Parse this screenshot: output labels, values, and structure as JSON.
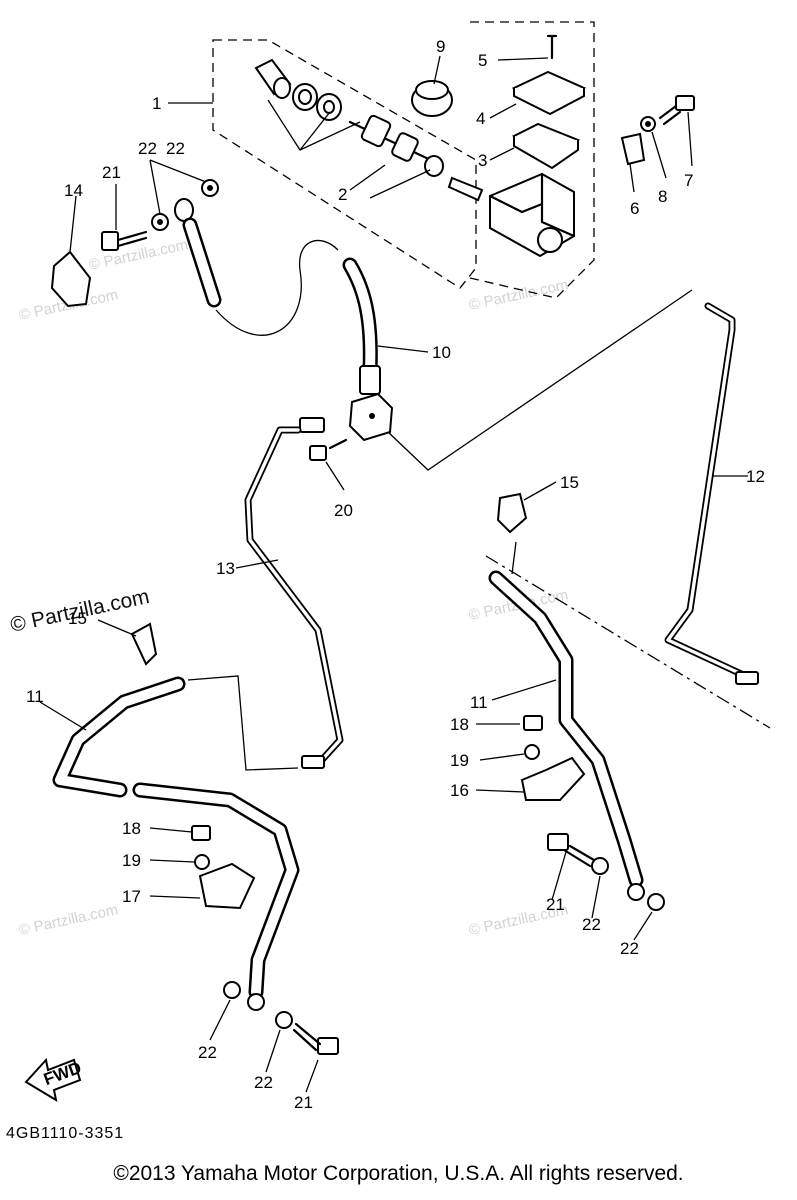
{
  "callouts": {
    "c1": "1",
    "c2": "2",
    "c3": "3",
    "c4": "4",
    "c5": "5",
    "c6": "6",
    "c7": "7",
    "c8": "8",
    "c9": "9",
    "c10": "10",
    "c11a": "11",
    "c11b": "11",
    "c12": "12",
    "c13": "13",
    "c14": "14",
    "c15a": "15",
    "c15b": "15",
    "c16": "16",
    "c17": "17",
    "c18a": "18",
    "c18b": "18",
    "c19a": "19",
    "c19b": "19",
    "c20": "20",
    "c21a": "21",
    "c21b": "21",
    "c21c": "21",
    "c22a": "22",
    "c22b": "22",
    "c22c": "22",
    "c22d": "22",
    "c22e": "22",
    "c22f": "22"
  },
  "fwd_label": "FWD",
  "diagram_code": "4GB1110-3351",
  "watermark": "© Partzilla.com",
  "footer": "©2013  Yamaha Motor Corporation, U.S.A. All rights reserved."
}
